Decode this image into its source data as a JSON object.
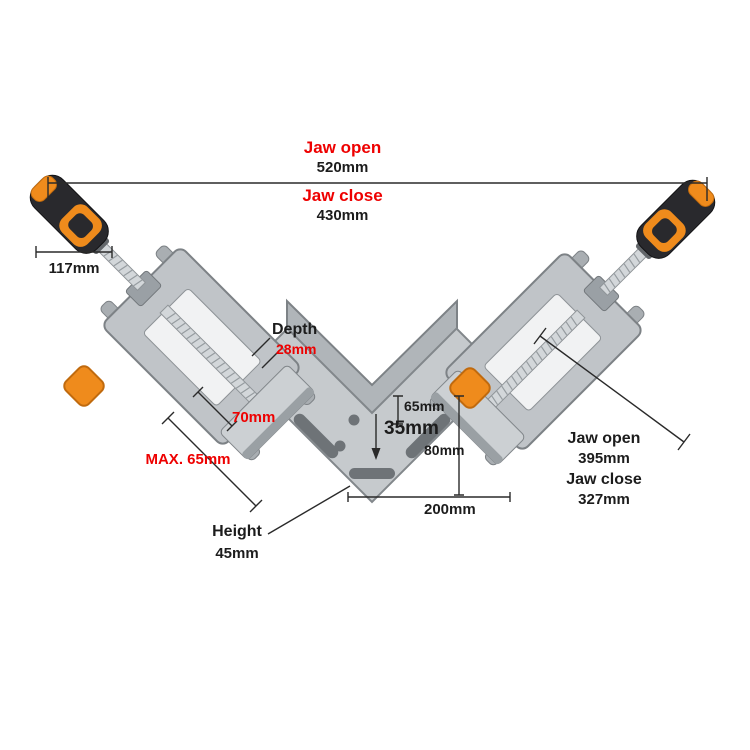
{
  "meta": {
    "title": "Corner clamp dimensions diagram"
  },
  "colors": {
    "accent_red": "#ee0000",
    "text_black": "#1c1c1c",
    "clamp_orange": "#ef8b1c",
    "clamp_gray": "#c6cacd"
  },
  "dimensions": {
    "top": {
      "jaw_open_label": "Jaw open",
      "jaw_open_value": "520mm",
      "jaw_close_label": "Jaw close",
      "jaw_close_value": "430mm"
    },
    "handle_length": "117mm",
    "depth_label": "Depth",
    "depth_value": "28mm",
    "jaw_width": "70mm",
    "max_opening": "MAX. 65mm",
    "hole_offset": "65mm",
    "hole_diameter": "35mm",
    "body_width": "80mm",
    "base_length": "200mm",
    "height_label": "Height",
    "height_value": "45mm",
    "right": {
      "jaw_open_label": "Jaw open",
      "jaw_open_value": "395mm",
      "jaw_close_label": "Jaw close",
      "jaw_close_value": "327mm"
    }
  }
}
